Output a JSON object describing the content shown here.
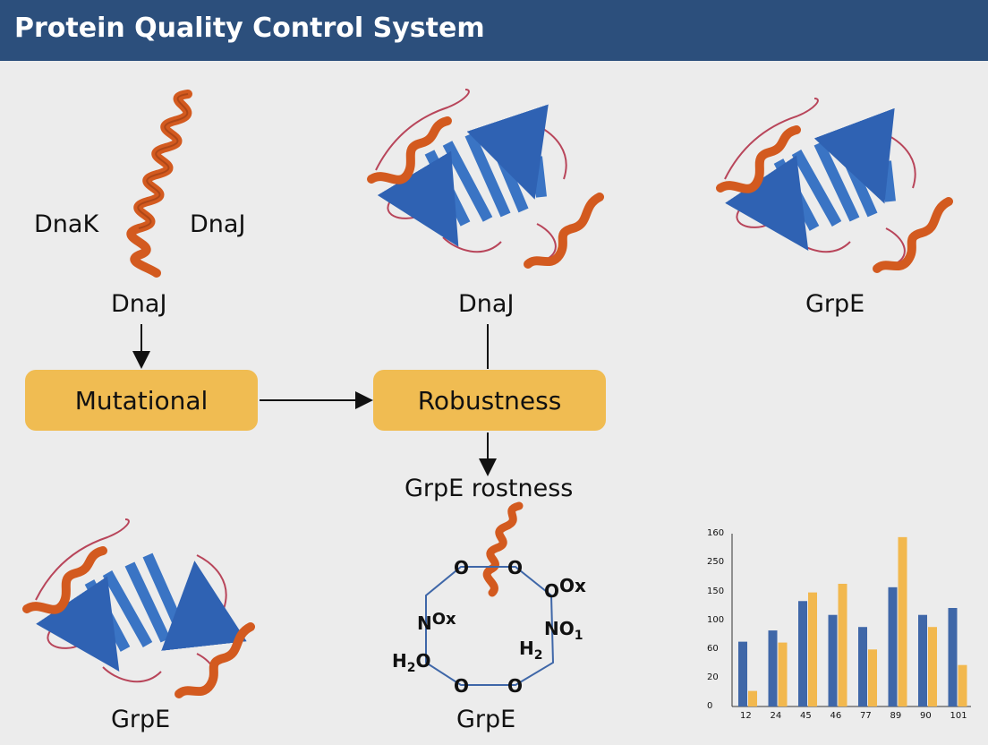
{
  "header": {
    "title": "Protein Quality Control System"
  },
  "labels": {
    "dnak_left": "DnaK",
    "dnaj_right": "DnaJ",
    "dnaj_col1": "DnaJ",
    "dnaj_col2": "DnaJ",
    "grpe_top": "GrpE",
    "grpe_robustness": "GrpE rostness",
    "grpe_bottom_left": "GrpE",
    "grpe_bottom_mid": "GrpE"
  },
  "boxes": {
    "mutational": "Mutational",
    "robustness": "Robustness"
  },
  "ring": {
    "o_top_left": "O",
    "o_top_right": "O",
    "oox": "O",
    "oox_sup": "Ox",
    "nox": "N",
    "nox_sup": "Ox",
    "no1": "NO",
    "no1_sub": "1",
    "h2_right": "H",
    "h2_right_sub": "2",
    "h2o": "H",
    "h2o_sub": "2",
    "h2o_o": "O",
    "o_bottom_left": "O",
    "o_bottom_right": "O"
  },
  "colors": {
    "header": "#2c4f7c",
    "box": "#f0bc52",
    "series_blue": "#3f67a8",
    "series_orange": "#f2b84e",
    "helix": "#d35a1f",
    "strand": "#3a74c4"
  },
  "chart_data": {
    "type": "bar",
    "categories": [
      "12",
      "24",
      "45",
      "46",
      "77",
      "89",
      "90",
      "101"
    ],
    "y_tick_labels": [
      "0",
      "20",
      "60",
      "100",
      "150",
      "250",
      "160"
    ],
    "y_tick_fractions": [
      0,
      0.125,
      0.25,
      0.375,
      0.5,
      0.625,
      0.75
    ],
    "series": [
      {
        "values": [
          0.375,
          0.44,
          0.61,
          0.53,
          0.46,
          0.69,
          0.53,
          0.57
        ]
      },
      {
        "values": [
          0.09,
          0.37,
          0.66,
          0.71,
          0.33,
          0.98,
          0.46,
          0.24
        ]
      }
    ]
  }
}
